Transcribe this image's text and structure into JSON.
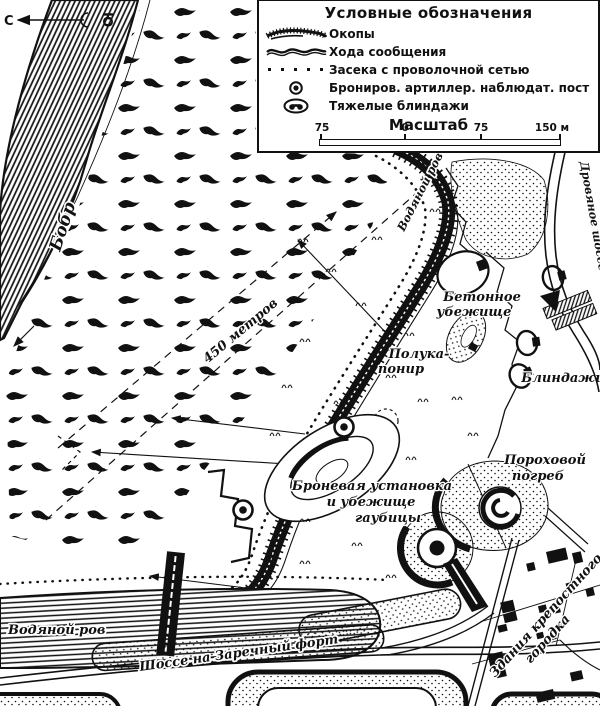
{
  "compass": {
    "north_label": "С",
    "south_label": "Ю"
  },
  "legend": {
    "title": "Условные обозначения",
    "items": [
      {
        "name": "trenches",
        "label": "Окопы"
      },
      {
        "name": "communication-trenches",
        "label": "Хода сообщения"
      },
      {
        "name": "abatis-wire",
        "label": "Засека с проволочной сетью"
      },
      {
        "name": "armored-artillery-observation-post",
        "label": "Брониров. артиллер. наблюдат. пост"
      },
      {
        "name": "heavy-bunkers",
        "label": "Тяжелые блиндажи"
      }
    ],
    "scale": {
      "title": "Масштаб",
      "ticks": [
        "75",
        "0",
        "75",
        "150 м"
      ]
    }
  },
  "map_labels": {
    "river": "Бобр",
    "moat_upper": "Водяной ров",
    "distance": "450 метров",
    "semicaponier_lines": [
      "Полука-",
      "понир"
    ],
    "concrete_shelter_lines": [
      "Бетонное",
      "убежище"
    ],
    "bunkers": "Блиндажи",
    "powder_magazine_lines": [
      "Пороховой",
      "погреб"
    ],
    "armored_installation_lines": [
      "Броневая установка",
      "и убежище",
      "гаубицы"
    ],
    "moat_lower": "Водяной ров",
    "highway_south": "Шоссе на Заречный форт",
    "highway_east": "Дровяное шоссе",
    "buildings_lines": [
      "Здания крепостного",
      "городка"
    ]
  },
  "colors": {
    "ink": "#111111",
    "paper": "#ffffff"
  }
}
